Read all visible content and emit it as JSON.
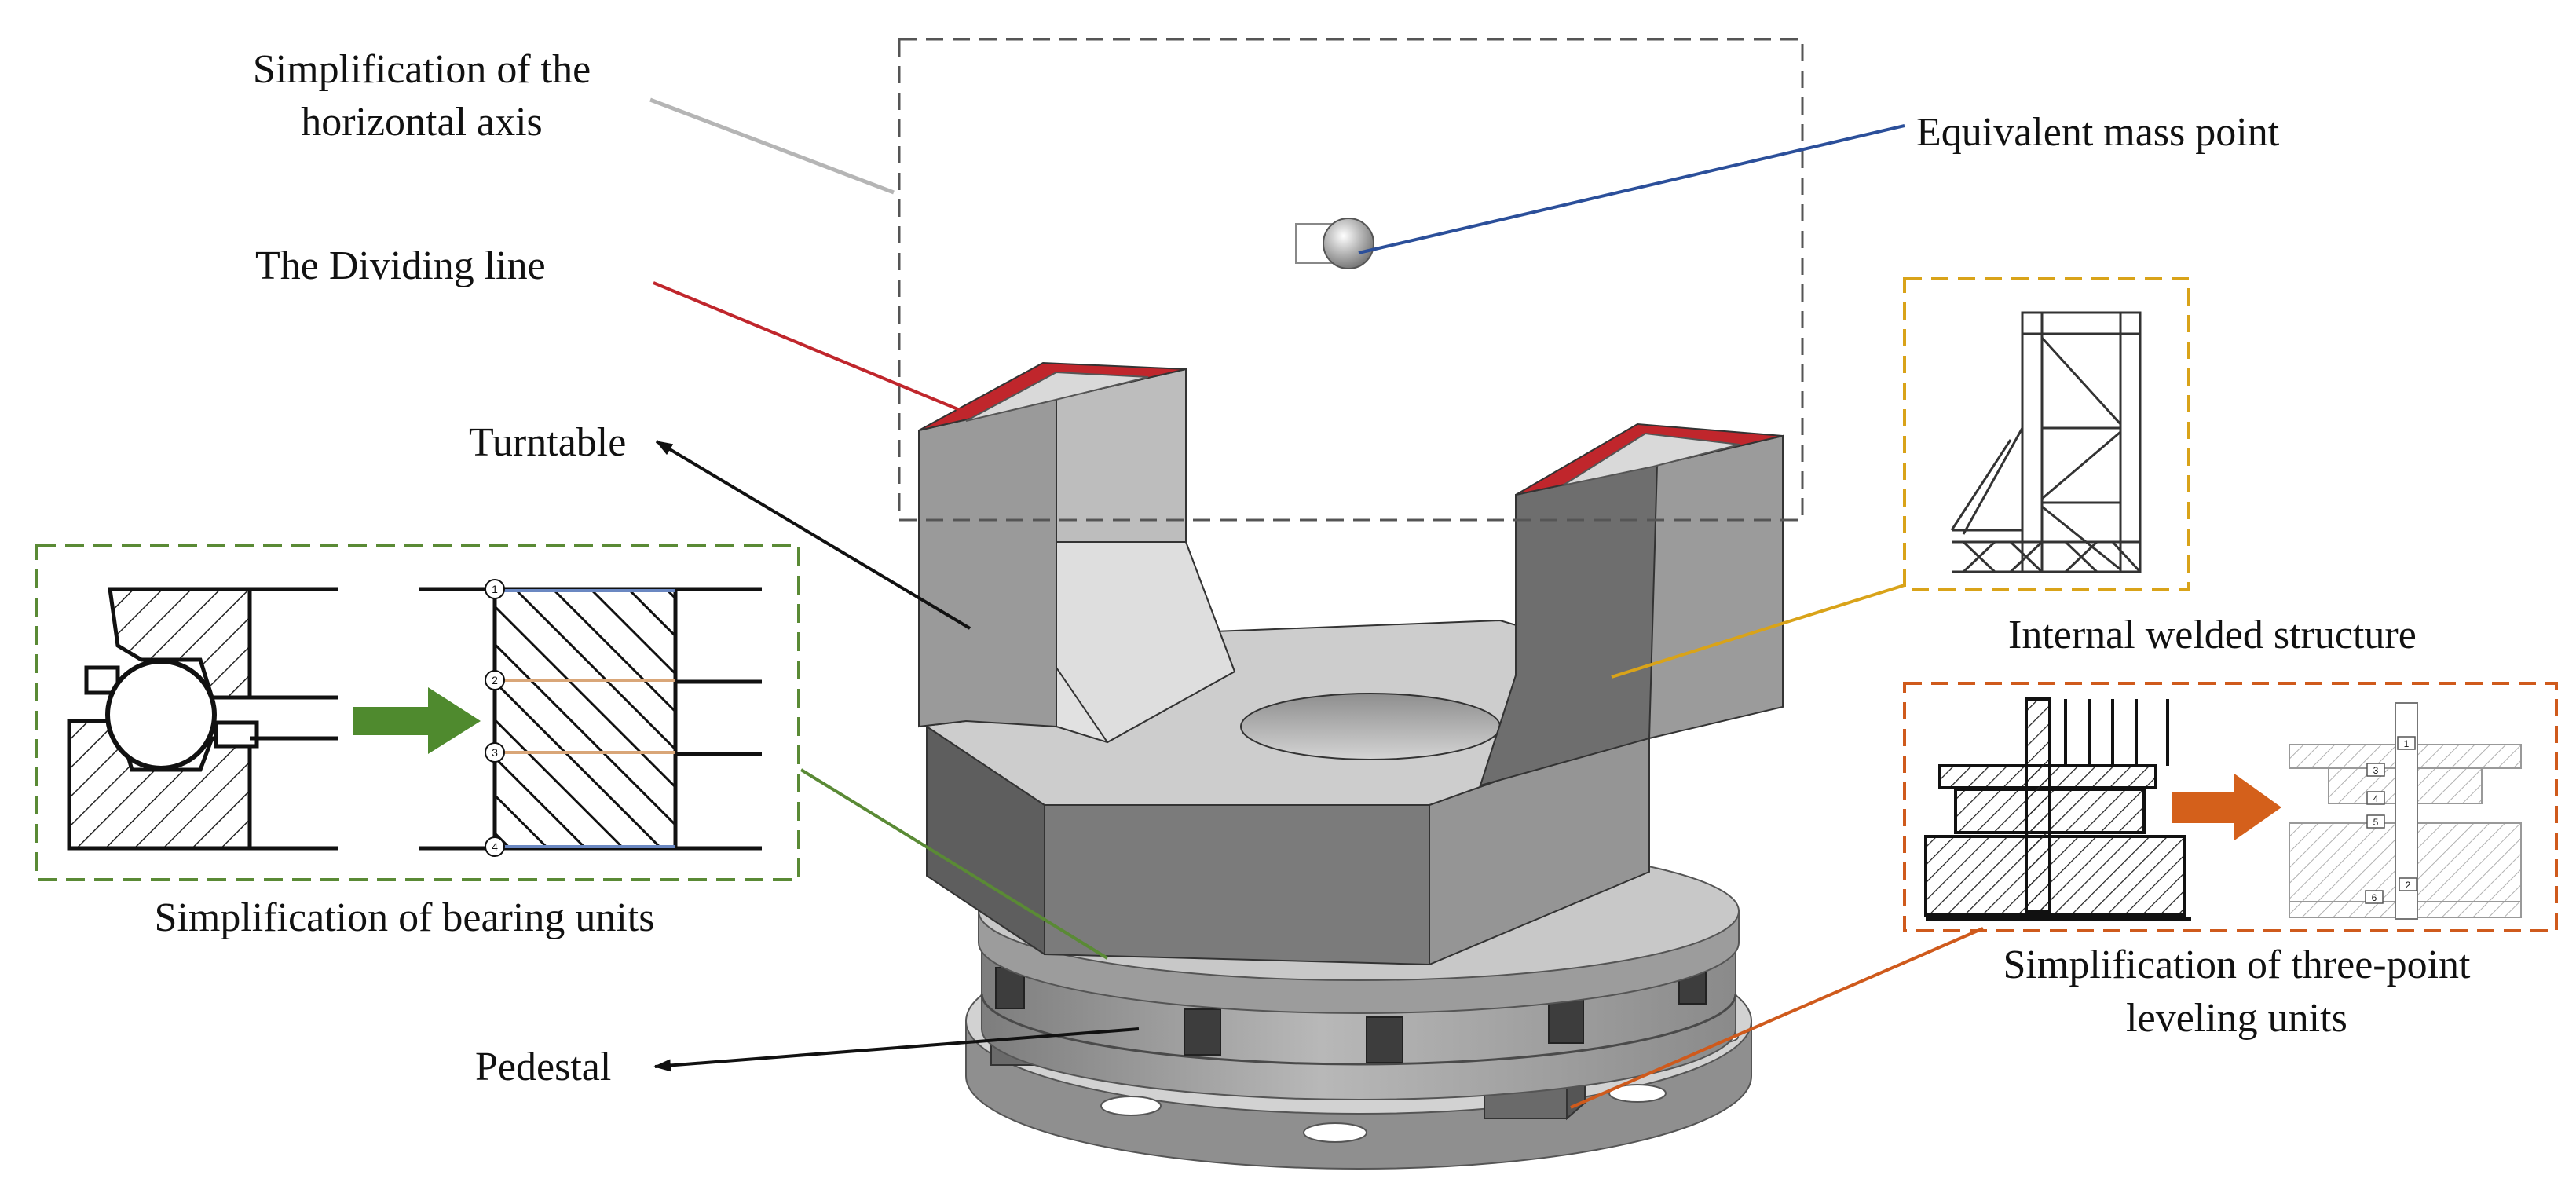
{
  "labels": {
    "simplification_horizontal_axis_line1": "Simplification of the",
    "simplification_horizontal_axis_line2": "horizontal axis",
    "equivalent_mass_point": "Equivalent mass point",
    "dividing_line": "The Dividing line",
    "turntable": "Turntable",
    "internal_welded_structure": "Internal welded structure",
    "simplification_bearing_units": "Simplification of bearing units",
    "pedestal": "Pedestal",
    "simplification_leveling_units_line1": "Simplification of three-point",
    "simplification_leveling_units_line2": "leveling units"
  },
  "bearing_spring_markers": [
    "1",
    "2",
    "3",
    "4"
  ],
  "leveling_spring_markers": [
    "1",
    "3",
    "4",
    "5",
    "2",
    "6"
  ],
  "colors": {
    "dividing_line": "#c0262c",
    "mass_point_leader": "#2b4f9a",
    "horizontal_axis_leader": "#b5b5b5",
    "bearing_box": "#5a8a35",
    "bearing_arrow": "#4f8a2e",
    "welded_box": "#d9a319",
    "leveling_box": "#cf5a1c",
    "leveling_arrow": "#d4601b",
    "model_gray": "#a9a9a9"
  }
}
